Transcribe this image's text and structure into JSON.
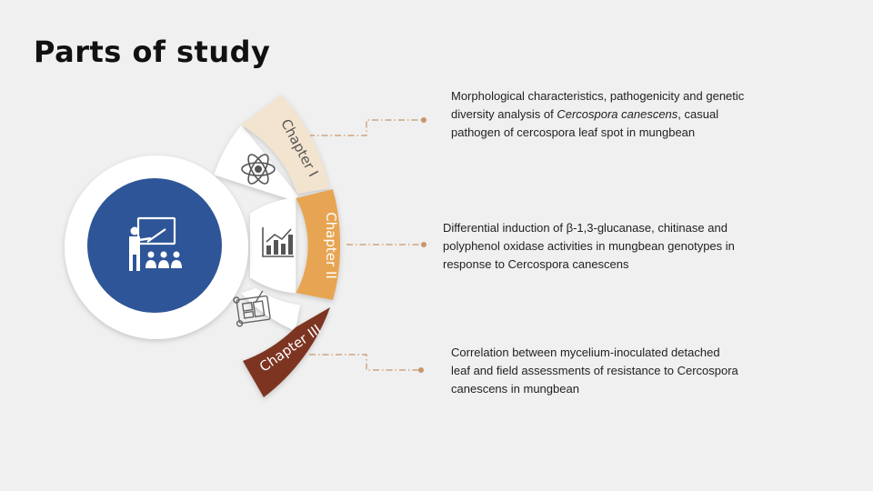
{
  "slide": {
    "title": "Parts of study"
  },
  "chapters": [
    {
      "label": "Chapter I",
      "icon": "atom-icon",
      "color": "#f3e4cf",
      "text_color": "#555555",
      "desc_before": "Morphological characteristics, pathogenicity and genetic diversity analysis of ",
      "desc_italic": "Cercospora canescens",
      "desc_after": ", casual pathogen of cercospora leaf spot in mungbean"
    },
    {
      "label": "Chapter II",
      "icon": "bar-chart-icon",
      "color": "#e7a553",
      "text_color": "#ffffff",
      "desc": "Differential induction of β-1,3-glucanase, chitinase and polyphenol oxidase activities in mungbean genotypes in response to Cercospora canescens"
    },
    {
      "label": "Chapter III",
      "icon": "blueprint-icon",
      "color": "#7d3520",
      "text_color": "#ffffff",
      "desc": "Correlation between mycelium-inoculated detached leaf and field assessments of resistance to Cercospora canescens in mungbean"
    }
  ],
  "center": {
    "icon": "teacher-presentation-icon",
    "color": "#2e5597"
  },
  "connector_color": "#c8956b"
}
